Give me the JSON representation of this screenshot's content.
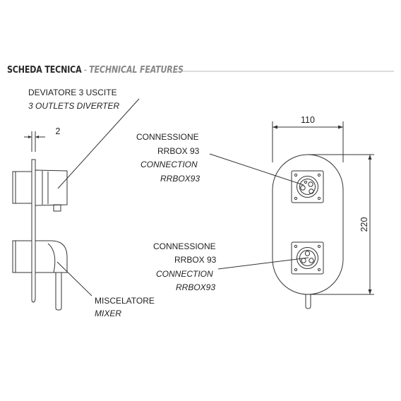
{
  "header": {
    "title": "SCHEDA TECNICA",
    "separator": " - ",
    "title_en": "TECHNICAL FEATURES"
  },
  "labels": {
    "diverter_it": "DEVIATORE 3 USCITE",
    "diverter_en": "3 OUTLETS DIVERTER",
    "mixer_it": "MISCELATORE",
    "mixer_en": "MIXER",
    "conn_top_it_1": "CONNESSIONE",
    "conn_top_it_2": "RRBOX 93",
    "conn_top_en_1": "CONNECTION",
    "conn_top_en_2": "RRBOX93",
    "conn_bot_it_1": "CONNESSIONE",
    "conn_bot_it_2": "RRBOX 93",
    "conn_bot_en_1": "CONNECTION",
    "conn_bot_en_2": "RRBOX93"
  },
  "dimensions": {
    "side_thickness": "2",
    "width": "110",
    "height": "220"
  },
  "colors": {
    "line": "#333333",
    "header_rule": "#bbbbbb"
  }
}
